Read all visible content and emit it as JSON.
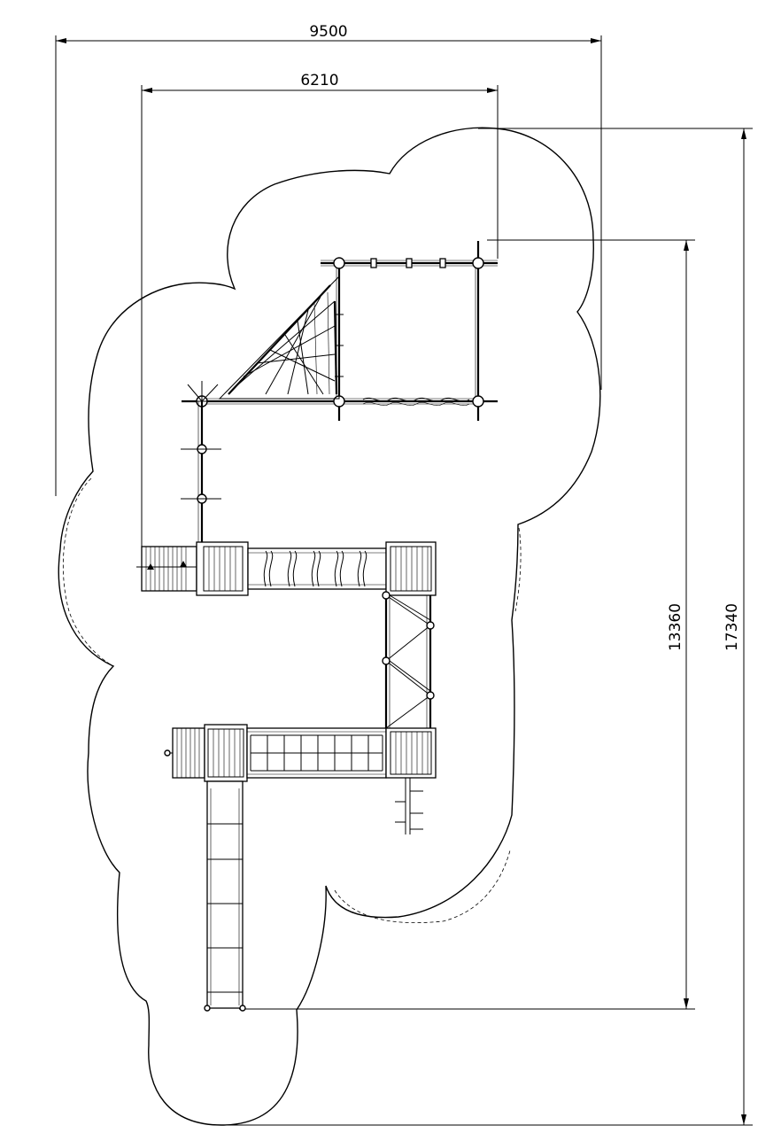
{
  "dimensions": {
    "total_width": "9500",
    "structure_width": "6210",
    "structure_length": "13360",
    "total_length": "17340"
  }
}
